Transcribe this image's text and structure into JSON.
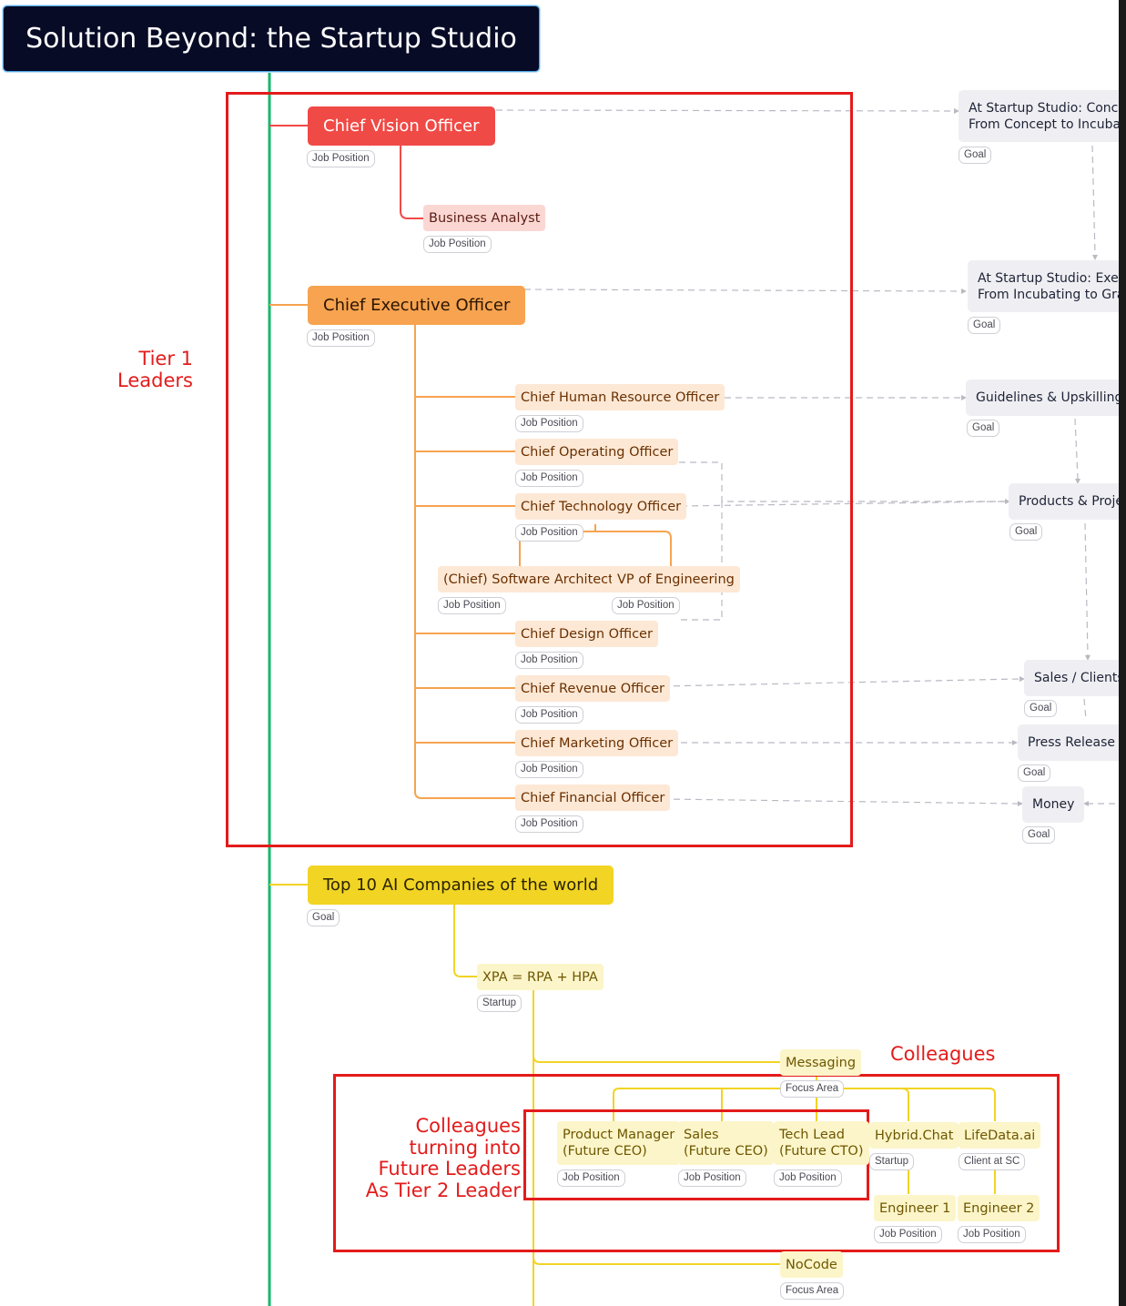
{
  "title": "Solution Beyond: the Startup Studio",
  "annotations": {
    "tier1": [
      "Tier 1",
      "Leaders"
    ],
    "colleagues": "Colleagues",
    "future": [
      "Colleagues",
      "turning into",
      "Future Leaders",
      "As Tier 2 Leader"
    ]
  },
  "nodes": {
    "cvo": {
      "label": "Chief Vision Officer",
      "tag": "Job Position"
    },
    "ba": {
      "label": "Business Analyst",
      "tag": "Job Position"
    },
    "ceo": {
      "label": "Chief Executive Officer",
      "tag": "Job Position"
    },
    "chro": {
      "label": "Chief Human Resource Officer",
      "tag": "Job Position"
    },
    "coo": {
      "label": "Chief Operating Officer",
      "tag": "Job Position"
    },
    "cto": {
      "label": "Chief Technology Officer",
      "tag": "Job Position"
    },
    "arch": {
      "label": "(Chief) Software Architect",
      "tag": "Job Position"
    },
    "vpe": {
      "label": "VP of Engineering",
      "tag": "Job Position"
    },
    "cdo": {
      "label": "Chief Design Officer",
      "tag": "Job Position"
    },
    "cro": {
      "label": "Chief Revenue Officer",
      "tag": "Job Position"
    },
    "cmo": {
      "label": "Chief Marketing Officer",
      "tag": "Job Position"
    },
    "cfo": {
      "label": "Chief Financial Officer",
      "tag": "Job Position"
    },
    "top10": {
      "label": "Top 10 AI Companies of the world",
      "tag": "Goal"
    },
    "xpa": {
      "label": "XPA = RPA + HPA",
      "tag": "Startup"
    },
    "messaging": {
      "label": "Messaging",
      "tag": "Focus Area"
    },
    "pm": {
      "label1": "Product Manager",
      "label2": "(Future CEO)",
      "tag": "Job Position"
    },
    "sales": {
      "label1": "Sales",
      "label2": "(Future CEO)",
      "tag": "Job Position"
    },
    "techlead": {
      "label1": "Tech Lead",
      "label2": "(Future CTO)",
      "tag": "Job Position"
    },
    "hybrid": {
      "label": "Hybrid.Chat",
      "tag": "Startup"
    },
    "lifedata": {
      "label": "LifeData.ai",
      "tag": "Client at SC"
    },
    "eng1": {
      "label": "Engineer 1",
      "tag": "Job Position"
    },
    "eng2": {
      "label": "Engineer 2",
      "tag": "Job Position"
    },
    "nocode": {
      "label": "NoCode",
      "tag": "Focus Area"
    }
  },
  "goals": {
    "g1": {
      "line1": "At Startup Studio: Conce",
      "line2": "From Concept to Incubat",
      "tag": "Goal"
    },
    "g2": {
      "line1": "At Startup Studio: Exec",
      "line2": "From Incubating to Gra",
      "tag": "Goal"
    },
    "g3": {
      "label": "Guidelines & Upskilling",
      "tag": "Goal"
    },
    "g4": {
      "label": "Products & Proje",
      "tag": "Goal"
    },
    "g5": {
      "label": "Sales / Clients",
      "tag": "Goal"
    },
    "g6": {
      "label": "Press Release /",
      "tag": "Goal"
    },
    "g7": {
      "label": "Money",
      "tag": "Goal"
    }
  },
  "colors": {
    "trunk": "#16b86b",
    "red": "#f04a46",
    "orange": "#f7a350",
    "yellow": "#f2d424",
    "annotation_red": "#e31b1b",
    "root_bg": "#070b26"
  }
}
